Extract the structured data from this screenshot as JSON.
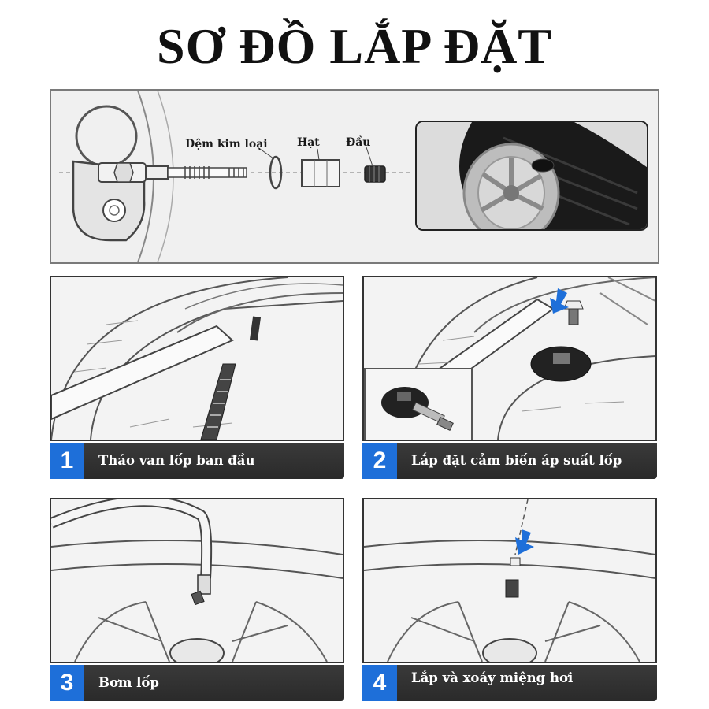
{
  "title": "SƠ ĐỒ LẮP ĐẶT",
  "parts": {
    "washer": "Đệm kim loại",
    "nut": "Hạt",
    "cap": "Đầu"
  },
  "steps": [
    {
      "number": "1",
      "label": "Tháo van lốp ban đầu"
    },
    {
      "number": "2",
      "label": "Lắp đặt cảm biến áp suất lốp"
    },
    {
      "number": "3",
      "label": "Bơm lốp"
    },
    {
      "number": "4",
      "label": "Lắp và xoáy miệng hơi"
    }
  ],
  "colors": {
    "accent": "#1e6fd9",
    "bar": "#333333",
    "line": "#444444"
  }
}
